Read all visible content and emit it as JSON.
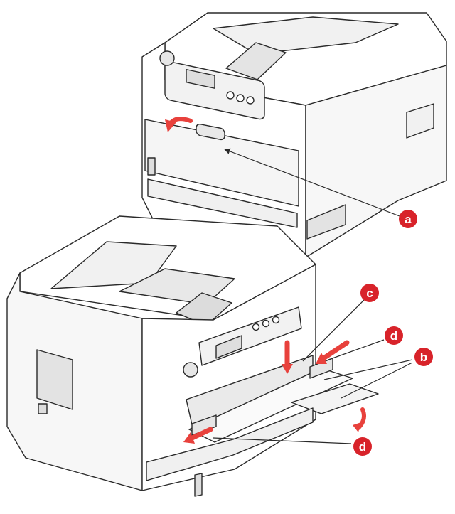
{
  "callouts": {
    "a": "a",
    "b": "b",
    "c": "c",
    "d_top": "d",
    "d_bottom": "d"
  },
  "colors": {
    "callout": "#d8232a",
    "motion_arrow": "#e8413c",
    "line": "#2a2a2a",
    "shade": "#ececec",
    "shade_dark": "#d6d6d6"
  }
}
